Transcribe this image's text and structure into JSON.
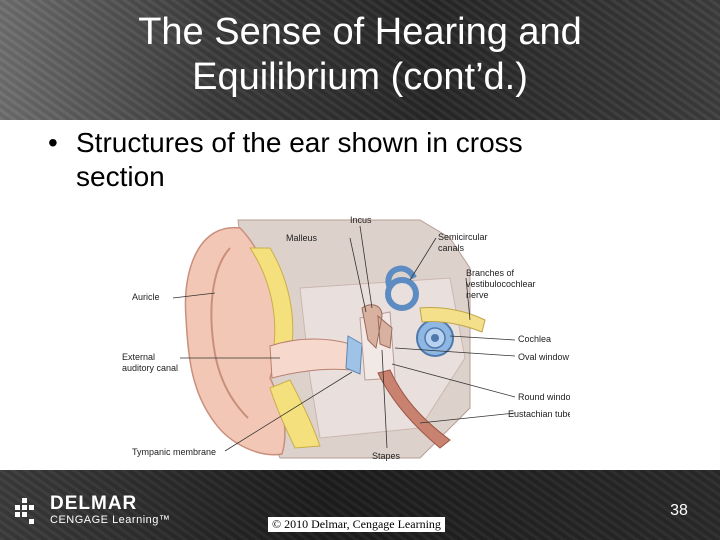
{
  "slide": {
    "title_line1": "The Sense of Hearing and",
    "title_line2": "Equilibrium (cont’d.)",
    "bullet_symbol": "•",
    "bullet_text": "Structures of the ear shown in cross section"
  },
  "figure": {
    "labels": {
      "incus": "Incus",
      "malleus": "Malleus",
      "semicircular_canals_1": "Semicircular",
      "semicircular_canals_2": "canals",
      "branches_1": "Branches of",
      "branches_2": "vestibulocochlear",
      "branches_3": "nerve",
      "auricle": "Auricle",
      "cochlea": "Cochlea",
      "external_1": "External",
      "external_2": "auditory canal",
      "oval_window": "Oval window",
      "round_window": "Round window",
      "eustachian_tube": "Eustachian tube",
      "tympanic_membrane": "Tympanic membrane",
      "stapes": "Stapes"
    }
  },
  "footer": {
    "logo_main": "DELMAR",
    "logo_sub": "CENGAGE Learning™",
    "copyright": "© 2010 Delmar, Cengage Learning",
    "page_number": "38"
  }
}
